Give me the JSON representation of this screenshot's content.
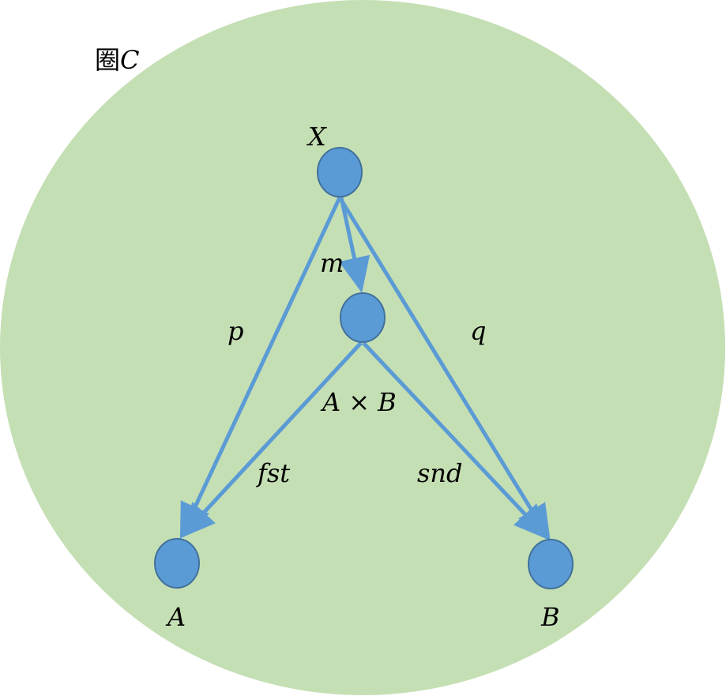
{
  "category": {
    "title_prefix": "圈",
    "title_symbol": "C"
  },
  "objects": {
    "x": {
      "label": "X"
    },
    "product": {
      "label": "A × B"
    },
    "a": {
      "label": "A"
    },
    "b": {
      "label": "B"
    }
  },
  "morphisms": {
    "p": {
      "label": "p"
    },
    "q": {
      "label": "q"
    },
    "m": {
      "label": "m"
    },
    "fst": {
      "label": "fst"
    },
    "snd": {
      "label": "snd"
    }
  },
  "colors": {
    "background_circle": "#c5dfb4",
    "node_fill": "#5b9bd5",
    "node_stroke": "#41719c",
    "arrow": "#5b9bd5"
  }
}
